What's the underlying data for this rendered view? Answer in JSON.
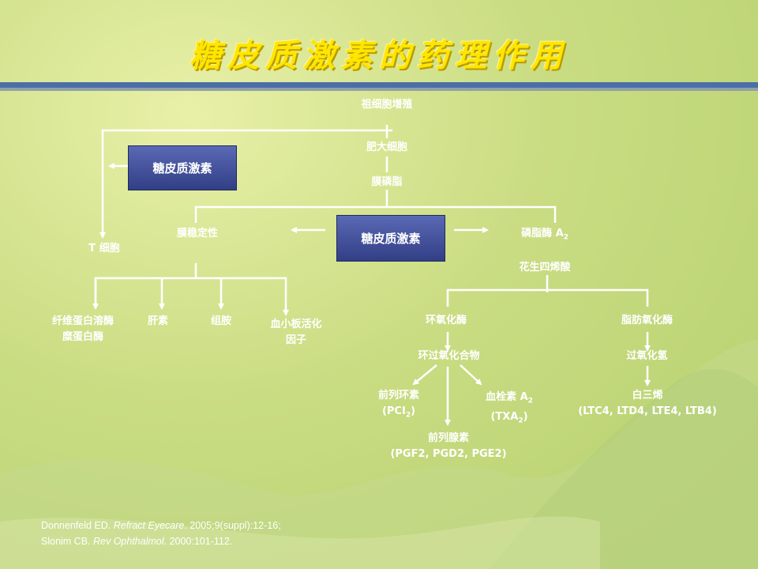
{
  "title": "糖皮质激素的药理作用",
  "nodes": {
    "progenitor": "祖细胞增殖",
    "mast_cell": "肥大细胞",
    "membrane_phospholipid": "膜磷脂",
    "t_cell": "T 细胞",
    "membrane_stabilization": "膜稳定性",
    "pla2": "磷脂酶 A",
    "pla2_sub": "2",
    "arachidonic_acid": "花生四烯酸",
    "fibrinolysin_line1": "纤维蛋白溶酶",
    "fibrinolysin_line2": "糜蛋白酶",
    "heparin": "肝素",
    "histamine": "组胺",
    "paf_line1": "血小板活化",
    "paf_line2": "因子",
    "cyclooxygenase": "环氧化酶",
    "lipoxygenase": "脂肪氧化酶",
    "cyclic_endoperoxide": "环过氧化合物",
    "hydroperoxide": "过氧化氢",
    "prostacyclin": "前列环素",
    "prostacyclin_abbr": "(PCI",
    "txa2": "血栓素 A",
    "txa2_abbr": "(TXA",
    "leukotriene": "白三烯",
    "leukotriene_abbr": "(LTC4, LTD4, LTE4, LTB4)",
    "prostaglandin": "前列腺素",
    "prostaglandin_abbr": "(PGF2, PGD2, PGE2)"
  },
  "boxes": {
    "left": "糖皮质激素",
    "center": "糖皮质激素"
  },
  "citations": [
    {
      "author": "Donnenfeld ED. ",
      "journal": "Refract Eyecare",
      "rest": ". 2005;9(suppl):12-16;"
    },
    {
      "author": "Slonim CB. ",
      "journal": "Rev Ophthalmol",
      "rest": ". 2000:101-112."
    }
  ],
  "colors": {
    "title": "#ffe600",
    "box": "#3f4c96",
    "background": "#c9dc82",
    "text": "#ffffff"
  }
}
